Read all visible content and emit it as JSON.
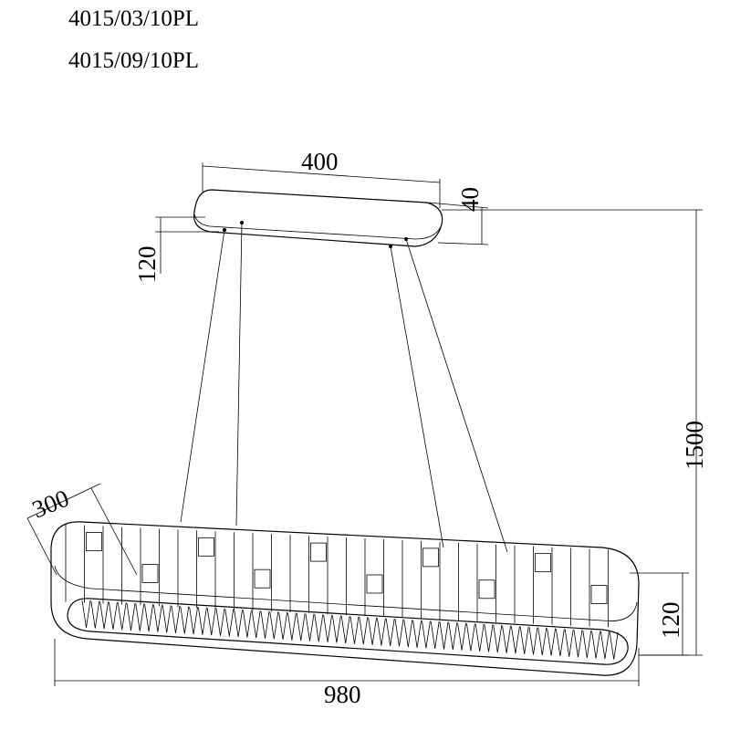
{
  "model_codes": [
    "4015/03/10PL",
    "4015/09/10PL"
  ],
  "dimensions": {
    "canopy_width": "400",
    "canopy_height": "40",
    "canopy_offset": "120",
    "total_height": "1500",
    "ring_depth": "300",
    "ring_height": "120",
    "ring_length": "980"
  }
}
